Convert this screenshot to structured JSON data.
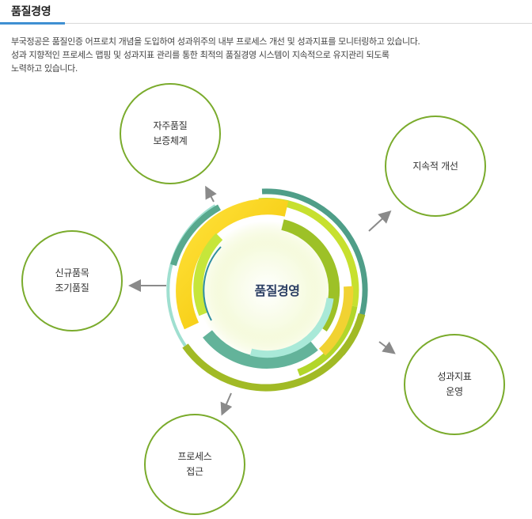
{
  "page": {
    "title": "품질경영",
    "intro_lines": [
      "부국정공은 품질인증 어프로치 개념을 도입하여 성과위주의 내부 프로세스 개선 및 성과지표를 모니터링하고 있습니다.",
      "성과 지향적인 프로세스 맵핑 및 성과지표 관리를 통한 최적의 품질경영 시스템이 지속적으로 유지관리 되도록",
      "노력하고 있습니다."
    ]
  },
  "diagram": {
    "center": "품질경영",
    "nodes": {
      "self_qa": [
        "자주품질",
        "보증체계"
      ],
      "continuous": [
        "지속적 개선"
      ],
      "kpi": [
        "성과지표",
        "운영"
      ],
      "process": [
        "프로세스",
        "접근"
      ],
      "new_product": [
        "신규품목",
        "조기품질"
      ]
    },
    "colors": {
      "node_border": "#7aab2c",
      "title_accent": "#3f8fd2",
      "center_text": "#2b3e63",
      "arrow": "#8a8a8a"
    }
  }
}
